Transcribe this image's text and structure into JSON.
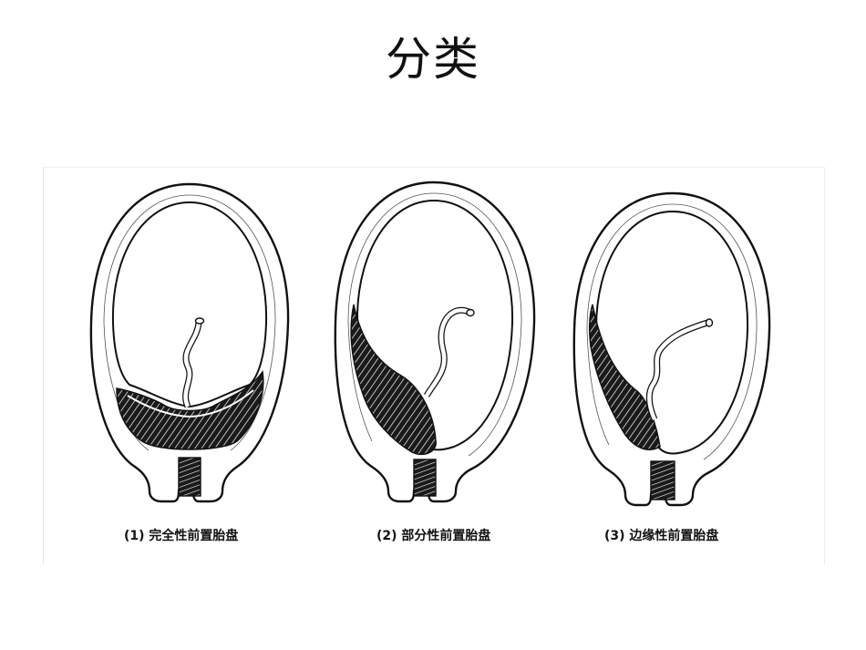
{
  "slide": {
    "title": "分类"
  },
  "figure": {
    "captions": [
      "(1) 完全性前置胎盘",
      "(2) 部分性前置胎盘",
      "(3) 边缘性前置胎盘"
    ]
  },
  "colors": {
    "ink": "#111111",
    "background": "#ffffff"
  }
}
